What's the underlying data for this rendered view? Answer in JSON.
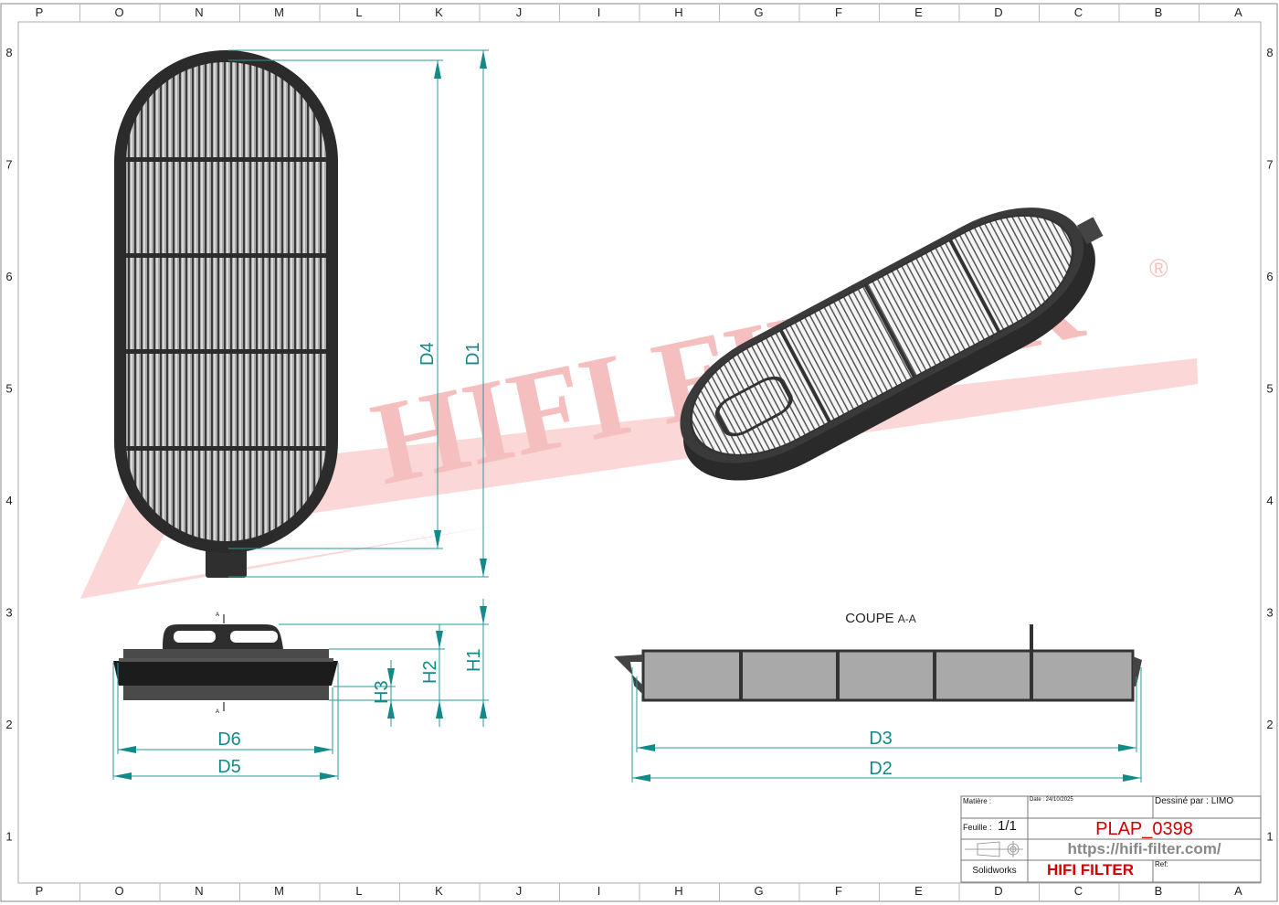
{
  "frame": {
    "columns": [
      "P",
      "O",
      "N",
      "M",
      "L",
      "K",
      "J",
      "I",
      "H",
      "G",
      "F",
      "E",
      "D",
      "C",
      "B",
      "A"
    ],
    "rows": [
      "8",
      "7",
      "6",
      "5",
      "4",
      "3",
      "2",
      "1"
    ]
  },
  "watermark": {
    "text": "HIFI FILTER",
    "registered": "®",
    "color": "#f5b8b8"
  },
  "dimensions": {
    "front": {
      "d4": "D4",
      "d1": "D1"
    },
    "side": {
      "d6": "D6",
      "d5": "D5",
      "h1": "H1",
      "h2": "H2",
      "h3": "H3",
      "section_mark": "A"
    },
    "section": {
      "title": "COUPE",
      "title_suffix": "A-A",
      "d3": "D3",
      "d2": "D2"
    }
  },
  "colors": {
    "dimension": "#138a8a",
    "frame_body": "#2b2b2b",
    "media": "#9a9a9a",
    "brand_red": "#d00000"
  },
  "title_block": {
    "material_label": "Matière :",
    "date": "Date : 24/10/2025",
    "drawn_by": "Dessiné par : LIMO",
    "sheet_label": "Feuille :",
    "sheet_value": "1/1",
    "part_number": "PLAP_0398",
    "url": "https://hifi-filter.com/",
    "software": "Solidworks",
    "brand": "HIFI FILTER",
    "ref_label": "Ref:"
  }
}
